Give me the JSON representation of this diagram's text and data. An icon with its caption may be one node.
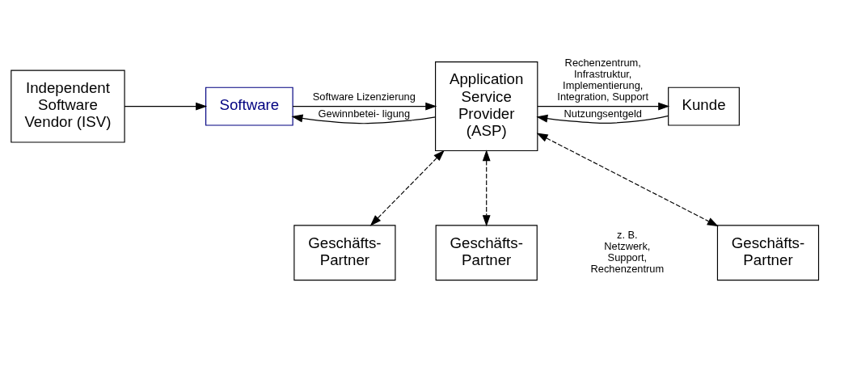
{
  "diagram": {
    "nodes": [
      {
        "text": [
          "Independent Software Vendor (ISV)"
        ]
      },
      {
        "text": [
          "Software"
        ]
      },
      {
        "text": [
          "Application Service Provider (ASP)"
        ]
      },
      {
        "text": [
          "Kunde"
        ]
      },
      {
        "text": [
          "Geschäfts- Partner"
        ]
      },
      {
        "text": [
          "Geschäfts- Partner"
        ]
      },
      {
        "text": [
          "Geschäfts- Partner"
        ]
      }
    ],
    "edges": [
      {
        "from": 0,
        "to": 1,
        "arrow": "to"
      },
      {
        "from": 2,
        "to": 1,
        "arrow": "to",
        "label": "Gewinnbetei- ligung"
      },
      {
        "from": 1,
        "to": 2,
        "arrow": "to",
        "label": "Software Lizenzierung"
      },
      {
        "from": 3,
        "to": 2,
        "arrow": "to",
        "label": "Nutzungsentgeld"
      },
      {
        "from": 2,
        "to": 3,
        "arrow": "to",
        "label": "Rechenzentrum, Infrastruktur, Implementierung, Integration, Support"
      },
      {
        "from": 2,
        "to": 4,
        "arrow": "both",
        "style": "dashed"
      },
      {
        "from": 2,
        "to": 5,
        "arrow": "both",
        "style": "dashed"
      },
      {
        "from": 2,
        "to": 6,
        "arrow": "both",
        "style": "dashed"
      }
    ],
    "labels": [
      "z. B. Netzwerk, Support, Rechenzentrum"
    ]
  }
}
